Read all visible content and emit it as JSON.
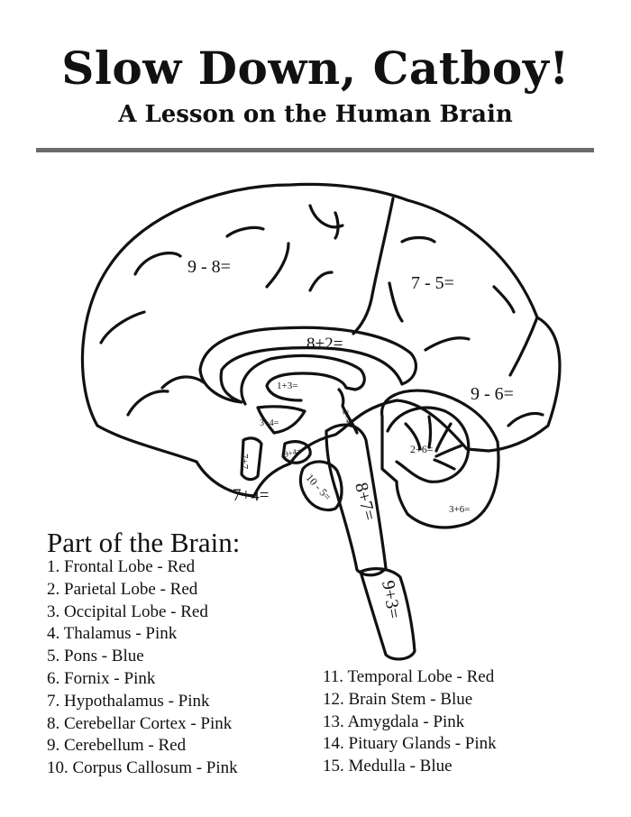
{
  "header": {
    "title": "Slow Down, Catboy!",
    "subtitle": "A Lesson on the Human Brain"
  },
  "diagram": {
    "labels": {
      "frontal": "9 - 8=",
      "parietal": "7 - 5=",
      "occipital": "9 - 6=",
      "corpus_callosum": "8+2=",
      "fornix": "1+3=",
      "thalamus": "3+4=",
      "pineal": "2+4=",
      "cerebellar_cortex": "2+6=",
      "cerebellum": "3+6=",
      "hypothalamus": "7+7",
      "pituitary": "9+4=",
      "amygdala": "10 - 5=",
      "pons": "8+7=",
      "medulla": "9+3=",
      "temporal": "7+4="
    },
    "colors": {
      "line": "#111111",
      "rule": "#6b6b6b"
    }
  },
  "legend": {
    "title": "Part of the Brain:",
    "column1": [
      "1. Frontal Lobe - Red",
      "2. Parietal Lobe - Red",
      "3. Occipital Lobe - Red",
      "4. Thalamus  - Pink",
      "5. Pons - Blue",
      "6. Fornix - Pink",
      "7. Hypothalamus - Pink",
      "8. Cerebellar Cortex - Pink",
      "9. Cerebellum - Red",
      "10. Corpus Callosum - Pink"
    ],
    "column2": [
      "11. Temporal Lobe - Red",
      "12. Brain Stem - Blue",
      "13. Amygdala - Pink",
      "14. Pituary Glands - Pink",
      "15. Medulla - Blue"
    ]
  }
}
